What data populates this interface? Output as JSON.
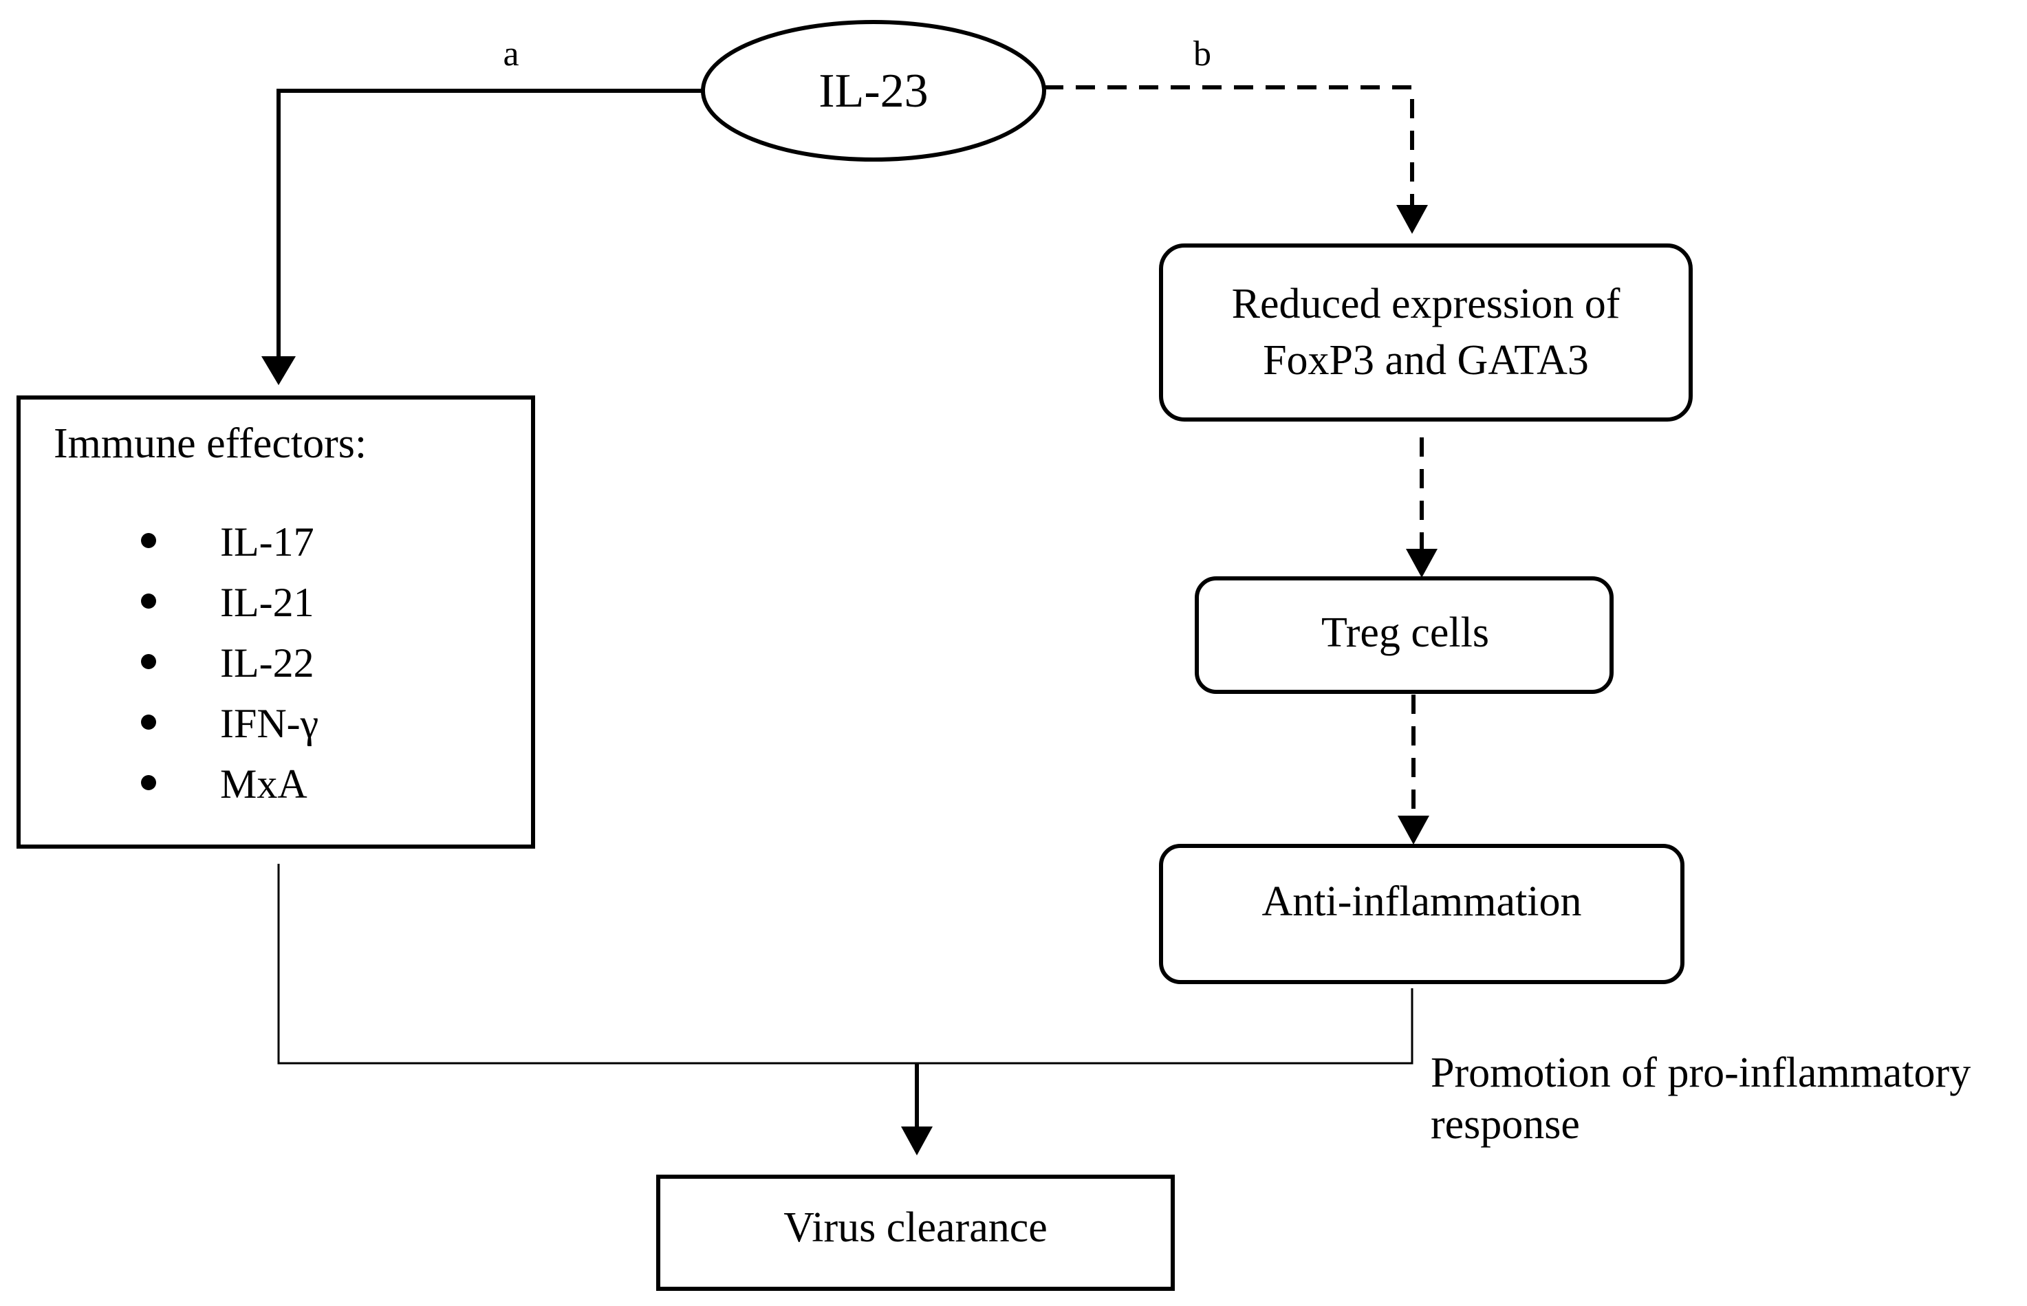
{
  "diagram": {
    "source_node": {
      "label": "IL-23"
    },
    "pathway_a": {
      "label": "a",
      "effectors_box": {
        "title": "Immune effectors:",
        "items": [
          "IL-17",
          "IL-21",
          "IL-22",
          "IFN-γ",
          "MxA"
        ]
      }
    },
    "pathway_b": {
      "label": "b",
      "node_foxp3": {
        "line1": "Reduced expression of",
        "line2": "FoxP3 and GATA3"
      },
      "node_treg": {
        "label": "Treg cells"
      },
      "node_anti_inflammation": {
        "label": "Anti-inflammation"
      }
    },
    "merge_annotation": {
      "line1": "Promotion of pro-inflammatory",
      "line2": "response"
    },
    "outcome_node": {
      "label": "Virus clearance"
    }
  }
}
